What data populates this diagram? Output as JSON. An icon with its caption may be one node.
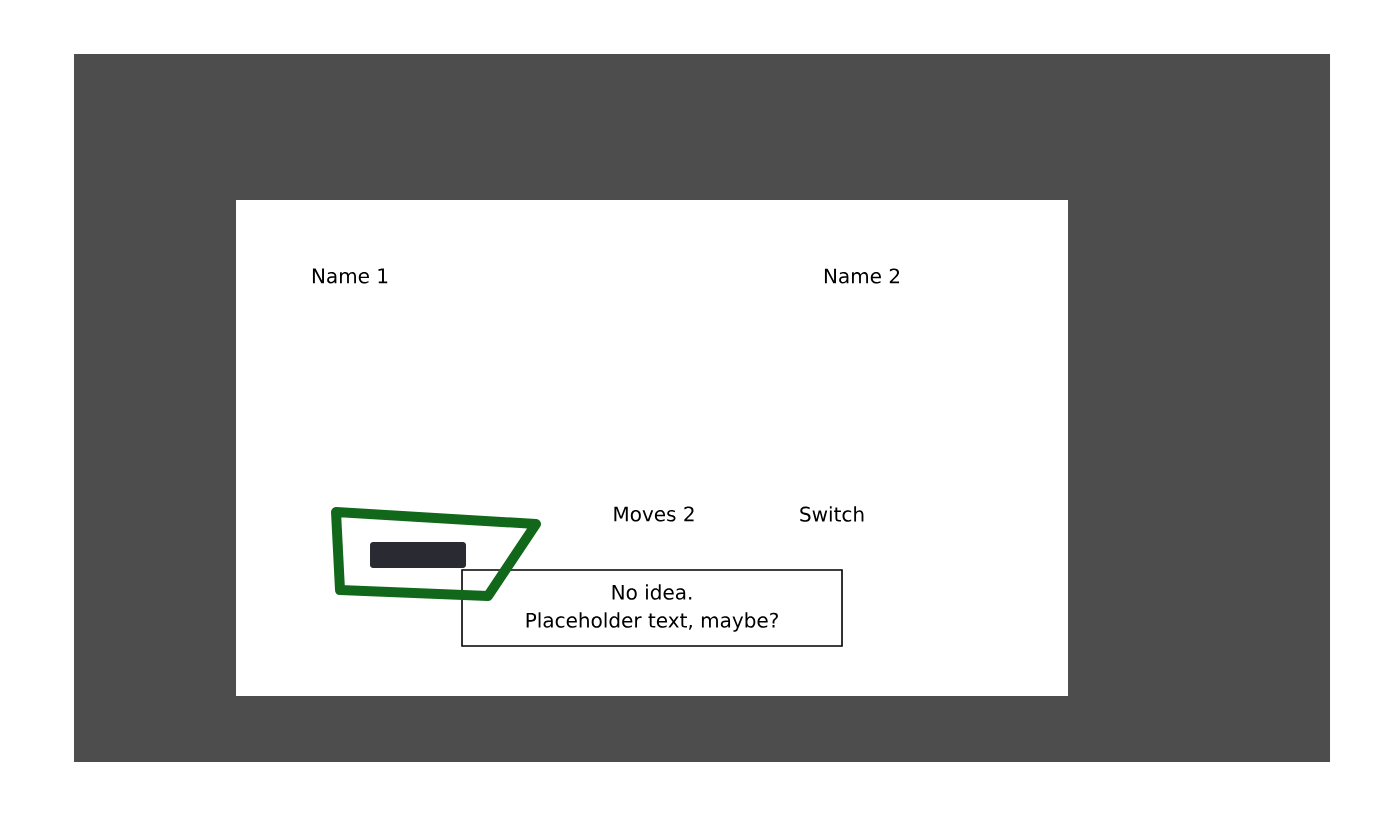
{
  "diagram": {
    "nodes": [
      {
        "text": [
          "No idea.",
          "Placeholder text, maybe?"
        ]
      }
    ],
    "labels": [
      "Name 1",
      "Name 2",
      "Moves 2",
      "Switch"
    ]
  }
}
